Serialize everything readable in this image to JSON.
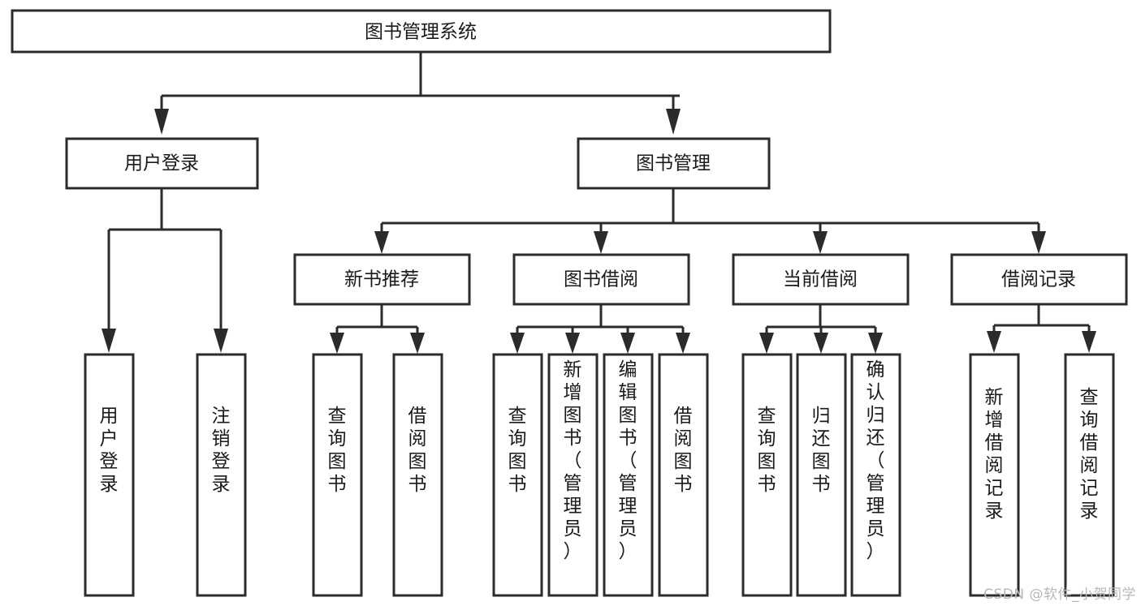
{
  "diagram": {
    "type": "tree-flowchart",
    "title": "图书管理系统",
    "watermark": "CSDN @软件_小贺同学",
    "colors": {
      "box_stroke": "#2b2b2b",
      "box_fill": "#ffffff",
      "text": "#1a1a1a",
      "background": "#ffffff",
      "watermark": "#b8b8b8"
    },
    "levels": {
      "root": {
        "label": "图书管理系统"
      },
      "level2": [
        {
          "label": "用户登录"
        },
        {
          "label": "图书管理"
        }
      ],
      "level3": [
        {
          "label": "新书推荐"
        },
        {
          "label": "图书借阅"
        },
        {
          "label": "当前借阅"
        },
        {
          "label": "借阅记录"
        }
      ],
      "leaves": {
        "user_login": [
          {
            "label": "用户登录"
          },
          {
            "label": "注销登录"
          }
        ],
        "new_book_recommend": [
          {
            "label": "查询图书"
          },
          {
            "label": "借阅图书"
          }
        ],
        "book_borrow": [
          {
            "label": "查询图书"
          },
          {
            "label": "新增图书（管理员）"
          },
          {
            "label": "编辑图书（管理员）"
          },
          {
            "label": "借阅图书"
          }
        ],
        "current_borrow": [
          {
            "label": "查询图书"
          },
          {
            "label": "归还图书"
          },
          {
            "label": "确认归还（管理员）"
          }
        ],
        "borrow_record": [
          {
            "label": "新增借阅记录"
          },
          {
            "label": "查询借阅记录"
          }
        ]
      }
    }
  }
}
